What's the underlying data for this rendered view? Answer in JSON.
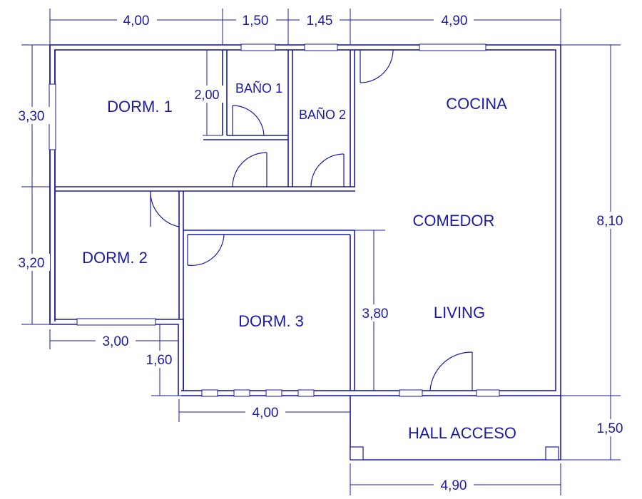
{
  "colors": {
    "line": "#1a1aa6",
    "background": "#ffffff"
  },
  "rooms": {
    "dorm1": "DORM. 1",
    "bano1": "BAÑO 1",
    "bano2": "BAÑO 2",
    "cocina": "COCINA",
    "comedor": "COMEDOR",
    "dorm2": "DORM. 2",
    "dorm3": "DORM. 3",
    "living": "LIVING",
    "hall": "HALL ACCESO"
  },
  "dimensions": {
    "top_dorm1_width": "4,00",
    "top_bano1_width": "1,50",
    "top_bano2_width": "1,45",
    "top_cocina_width": "4,90",
    "left_dorm1_depth": "3,30",
    "left_dorm2_depth": "3,20",
    "right_total_depth": "8,10",
    "right_hall_depth": "1,50",
    "dorm1_closet": "2,00",
    "dorm2_width": "3,00",
    "step_depth": "1,60",
    "living_depth": "3,80",
    "bottom_dorm3_width": "4,00",
    "bottom_hall_width": "4,90"
  }
}
